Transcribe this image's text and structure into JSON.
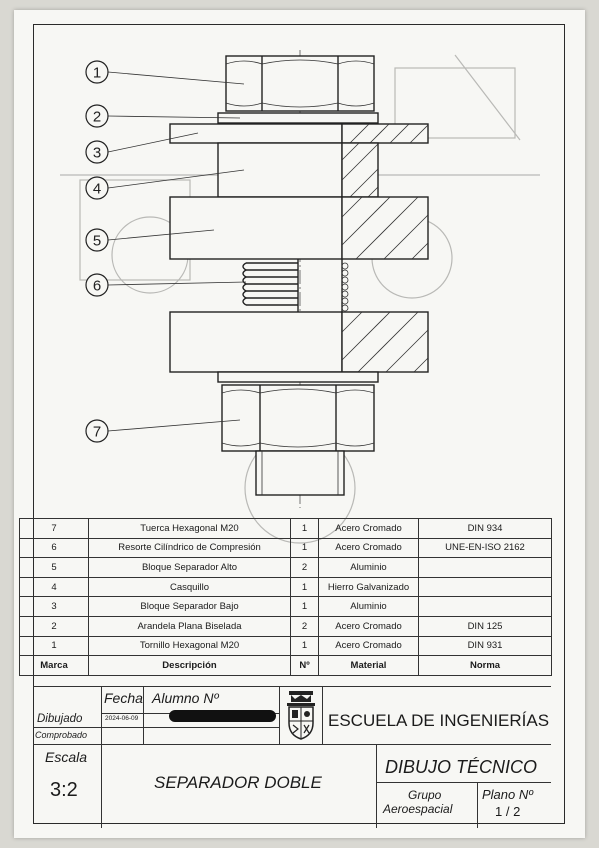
{
  "bom": {
    "headers": {
      "mark": "Marca",
      "description": "Descripción",
      "qty": "Nº",
      "material": "Material",
      "norm": "Norma"
    },
    "rows": [
      {
        "mark": "7",
        "description": "Tuerca Hexagonal M20",
        "qty": "1",
        "material": "Acero Cromado",
        "norm": "DIN 934"
      },
      {
        "mark": "6",
        "description": "Resorte Cilíndrico de Compresión",
        "qty": "1",
        "material": "Acero Cromado",
        "norm": "UNE-EN-ISO 2162"
      },
      {
        "mark": "5",
        "description": "Bloque Separador Alto",
        "qty": "2",
        "material": "Aluminio",
        "norm": ""
      },
      {
        "mark": "4",
        "description": "Casquillo",
        "qty": "1",
        "material": "Hierro Galvanizado",
        "norm": ""
      },
      {
        "mark": "3",
        "description": "Bloque Separador Bajo",
        "qty": "1",
        "material": "Aluminio",
        "norm": ""
      },
      {
        "mark": "2",
        "description": "Arandela Plana Biselada",
        "qty": "2",
        "material": "Acero Cromado",
        "norm": "DIN 125"
      },
      {
        "mark": "1",
        "description": "Tornillo Hexagonal M20",
        "qty": "1",
        "material": "Acero Cromado",
        "norm": "DIN 931"
      }
    ]
  },
  "callouts": [
    "1",
    "2",
    "3",
    "4",
    "5",
    "6",
    "7"
  ],
  "title_block": {
    "date_label": "Fecha",
    "student_label": "Alumno Nº",
    "drawn_label": "Dibujado",
    "checked_label": "Comprobado",
    "drawn_date": "2024-06-09",
    "school": "ESCUELA DE INGENIERÍAS",
    "scale_label": "Escala",
    "scale_value": "3:2",
    "title": "SEPARADOR DOBLE",
    "subject": "DIBUJO TÉCNICO",
    "group_label": "Grupo",
    "group_value": "Aeroespacial",
    "sheet_label": "Plano Nº",
    "sheet_value": "1 / 2"
  }
}
